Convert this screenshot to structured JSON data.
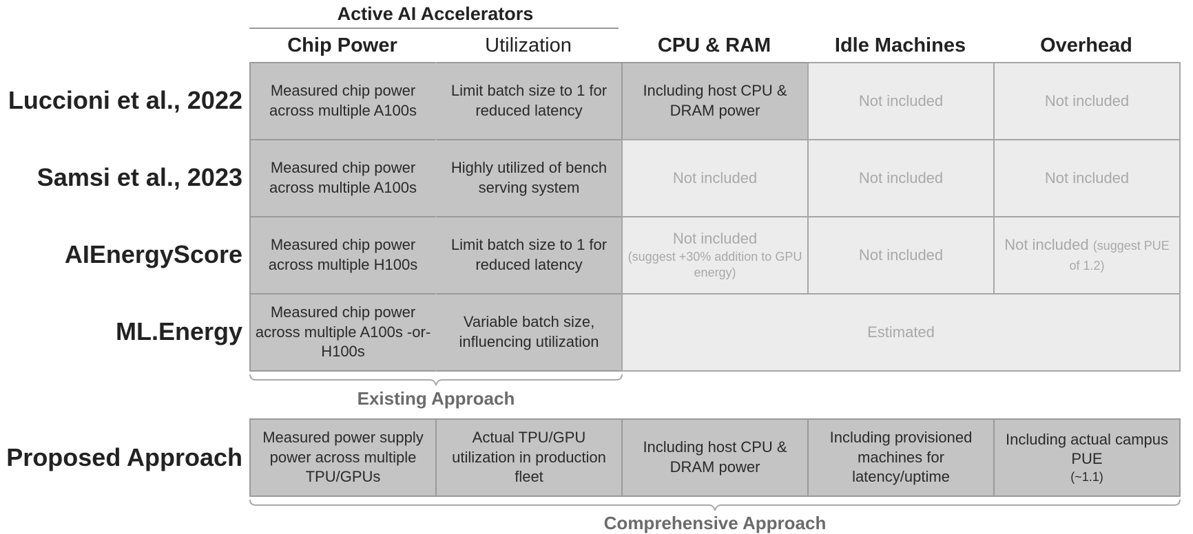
{
  "header": {
    "group_title": "Active AI Accelerators",
    "columns": {
      "chip_power": "Chip Power",
      "utilization": "Utilization",
      "cpu_ram": "CPU & RAM",
      "idle_machines": "Idle Machines",
      "overhead": "Overhead"
    }
  },
  "rows": {
    "luccioni": {
      "label": "Luccioni et al., 2022",
      "chip_power": "Measured chip power across multiple A100s",
      "utilization": "Limit batch size to 1 for reduced latency",
      "cpu_ram": "Including host CPU & DRAM power",
      "idle_machines": "Not included",
      "overhead": "Not included"
    },
    "samsi": {
      "label": "Samsi et al., 2023",
      "chip_power": "Measured chip power across multiple A100s",
      "utilization": "Highly utilized of bench serving system",
      "cpu_ram": "Not included",
      "idle_machines": "Not included",
      "overhead": "Not included"
    },
    "aienergyscore": {
      "label": "AIEnergyScore",
      "chip_power": "Measured chip power across multiple H100s",
      "utilization": "Limit batch size to 1 for reduced latency",
      "cpu_ram": "Not included",
      "cpu_ram_note": "(suggest +30% addition to GPU energy)",
      "idle_machines": "Not included",
      "overhead": "Not included",
      "overhead_note": "(suggest PUE of 1.2)"
    },
    "mlenergy": {
      "label": "ML.Energy",
      "chip_power": "Measured chip power across multiple A100s -or- H100s",
      "utilization": "Variable batch size, influencing utilization",
      "rest": "Estimated"
    }
  },
  "existing_label": "Existing Approach",
  "proposed": {
    "label": "Proposed Approach",
    "chip_power": "Measured power supply power across multiple TPU/GPUs",
    "utilization": "Actual TPU/GPU utilization in production fleet",
    "cpu_ram": "Including host CPU & DRAM power",
    "idle_machines": "Including provisioned machines for latency/uptime",
    "overhead": "Including actual campus PUE",
    "overhead_note": "(~1.1)"
  },
  "comprehensive_label": "Comprehensive Approach"
}
